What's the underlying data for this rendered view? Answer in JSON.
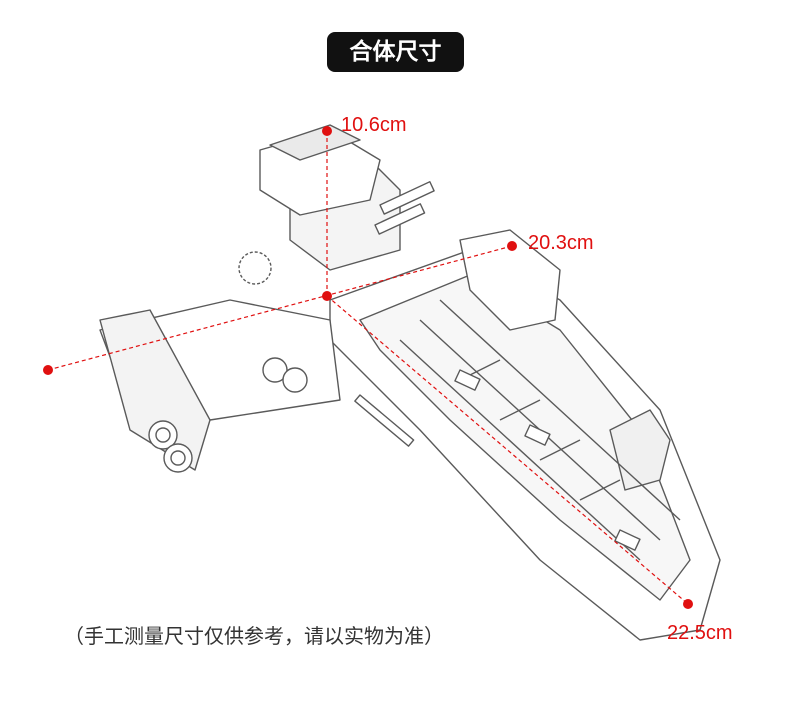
{
  "title": "合体尺寸",
  "dimensions": {
    "height": "10.6cm",
    "width": "20.3cm",
    "length": "22.5cm"
  },
  "note": "（手工测量尺寸仅供参考，请以实物为准）",
  "colors": {
    "accent": "#e01010",
    "title_bg": "#111111",
    "line_art": "#555555"
  }
}
